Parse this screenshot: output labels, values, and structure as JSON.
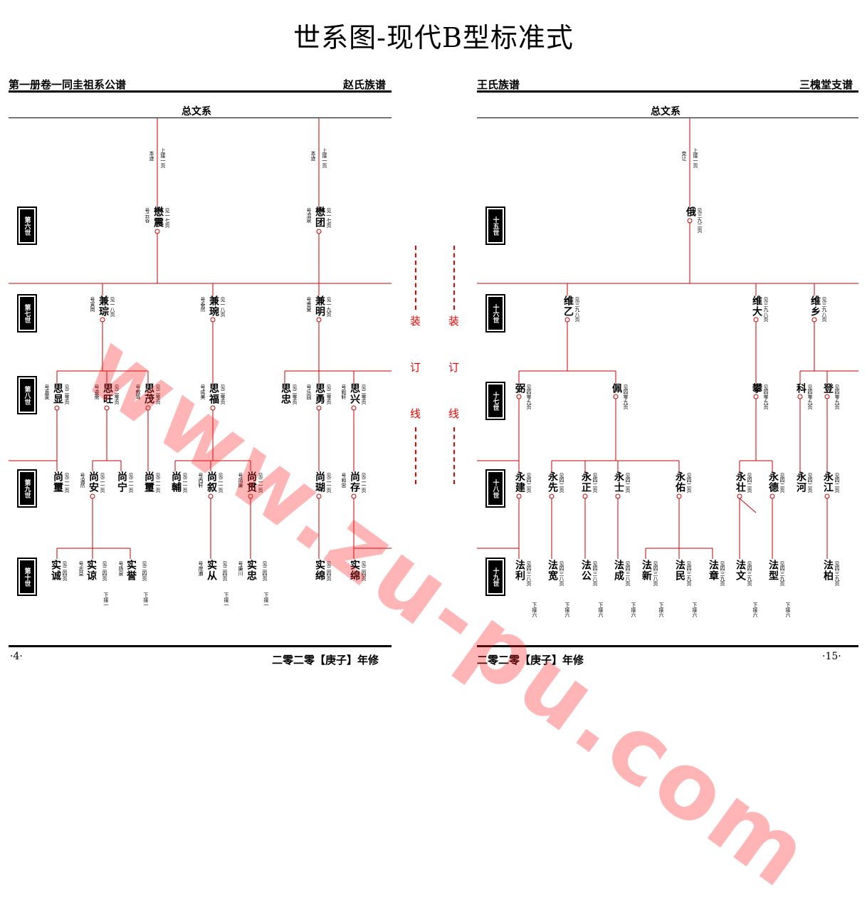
{
  "title": "世系图-现代B型标准式",
  "left": {
    "header_left": "第一册卷一同圭祖系公谱",
    "header_right": "赵氏族谱",
    "section": "总文系",
    "footer_page": "·4·",
    "footer_text": "二零二零【庚子】年修",
    "generations": [
      "第六世",
      "第七世",
      "第八世",
      "第九世",
      "第十世"
    ]
  },
  "right": {
    "header_left": "王氏族谱",
    "header_right": "三槐堂支谱",
    "section": "总文系",
    "footer_text": "二零二零【庚子】年修",
    "footer_page": "·15·",
    "generations": [
      "十五世",
      "十六世",
      "十七世",
      "十八世",
      "十九世"
    ]
  },
  "binding": [
    "装",
    "订",
    "线"
  ],
  "watermark": "www.zu-pu.com",
  "persons": [
    {
      "name": "懋震",
      "hao": "号云谷",
      "ref": "见一七页",
      "note_a": "本迹",
      "note_b": "上接一页"
    },
    {
      "name": "懋团",
      "hao": "号混泉",
      "ref": "见一七页",
      "note_a": "本迹",
      "note_b": "上接一页"
    },
    {
      "name": "兼琮",
      "hao": "号寅岗",
      "ref": "见一八页"
    },
    {
      "name": "兼琬",
      "hao": "号泰然",
      "ref": "见一八页"
    },
    {
      "name": "兼明",
      "hao": "号晋叟",
      "ref": "见一九页"
    },
    {
      "name": "思显",
      "hao": "号直斐",
      "ref": "见二零页"
    },
    {
      "name": "思旺",
      "hao": "号姿斋",
      "ref": "见二零页"
    },
    {
      "name": "思茂",
      "hao": "号教笃",
      "ref": "见二零页"
    },
    {
      "name": "思福",
      "hao": "号成美",
      "ref": "见二零页"
    },
    {
      "name": "思忠",
      "hao": "",
      "ref": "见二零页"
    },
    {
      "name": "思勇",
      "hao": "号乐园",
      "ref": "见二零页"
    },
    {
      "name": "思兴",
      "hao": "号毅轩",
      "ref": "见二零页"
    },
    {
      "name": "尚璽",
      "hao": "",
      "ref": "见二一页"
    },
    {
      "name": "尚安",
      "hao": "号温然",
      "ref": "见二一页"
    },
    {
      "name": "尚宁",
      "hao": "",
      "ref": "见二一页"
    },
    {
      "name": "尚璽",
      "hao": "",
      "ref": "见二一页"
    },
    {
      "name": "尚輔",
      "hao": "",
      "ref": "见二一页"
    },
    {
      "name": "尚叙",
      "hao": "号西轩",
      "ref": "见二一页"
    },
    {
      "name": "尚贯",
      "hao": "号简廉",
      "ref": "见二一页"
    },
    {
      "name": "尚瑚",
      "hao": "",
      "ref": "见二一页"
    },
    {
      "name": "尚存",
      "hao": "号和忠",
      "ref": "见二一页"
    },
    {
      "name": "实诚",
      "hao": "",
      "ref": "见二四页"
    },
    {
      "name": "实谅",
      "hao": "号志益",
      "ref": "见二四页",
      "down": "下接一"
    },
    {
      "name": "实誉",
      "hao": "号扬泉",
      "ref": "见二四页",
      "down": "下接一"
    },
    {
      "name": "实从",
      "hao": "号岸瀬",
      "ref": "见二四页",
      "down": "下接一"
    },
    {
      "name": "实忠",
      "hao": "号廉川",
      "ref": "见二四页",
      "down": "下接一"
    },
    {
      "name": "实绵",
      "hao": "",
      "ref": "见二四页"
    },
    {
      "name": "实绵",
      "hao": "",
      "ref": "见二四页"
    },
    {
      "name": "俄",
      "hao": "",
      "ref": "见三九二页",
      "note_a": "克让",
      "note_b": "上接一页"
    },
    {
      "name": "维乙",
      "ref": "见三九八页"
    },
    {
      "name": "维大",
      "ref": "见三九八页"
    },
    {
      "name": "维乡",
      "ref": "见三九八页"
    },
    {
      "name": "弼",
      "ref": "见四零九页"
    },
    {
      "name": "佩",
      "ref": "见四零九页"
    },
    {
      "name": "攀",
      "ref": "见四零九页"
    },
    {
      "name": "科",
      "ref": "见四零九页"
    },
    {
      "name": "登",
      "ref": "见四零九页"
    },
    {
      "name": "永建",
      "ref": "见四二页"
    },
    {
      "name": "永先",
      "ref": "见四二页"
    },
    {
      "name": "永正",
      "ref": "见四二页"
    },
    {
      "name": "永士",
      "ref": "见四二页"
    },
    {
      "name": "永佑",
      "ref": "见四二页"
    },
    {
      "name": "永壮",
      "ref": "见四二页"
    },
    {
      "name": "永德",
      "ref": "见四二页"
    },
    {
      "name": "永河",
      "ref": "见四二页"
    },
    {
      "name": "永江",
      "ref": "见四二页"
    },
    {
      "name": "法利",
      "ref": "见四三八页",
      "down": "下接六"
    },
    {
      "name": "法宽",
      "ref": "见四三八页",
      "down": "下接六"
    },
    {
      "name": "法公",
      "ref": "见四三八页",
      "down": "下接六"
    },
    {
      "name": "法成",
      "ref": "见四三八页",
      "down": "下接六"
    },
    {
      "name": "法新",
      "ref": "见四三八页",
      "down": "下接六"
    },
    {
      "name": "法民",
      "ref": "见四三九页",
      "down": "下接六"
    },
    {
      "name": "法章",
      "ref": "见四三九页"
    },
    {
      "name": "法文",
      "ref": "见四三九页",
      "down": "下接六"
    },
    {
      "name": "法型",
      "ref": "见四三九页",
      "down": "下接六"
    },
    {
      "name": "法柏",
      "ref": "见四三九页"
    }
  ]
}
